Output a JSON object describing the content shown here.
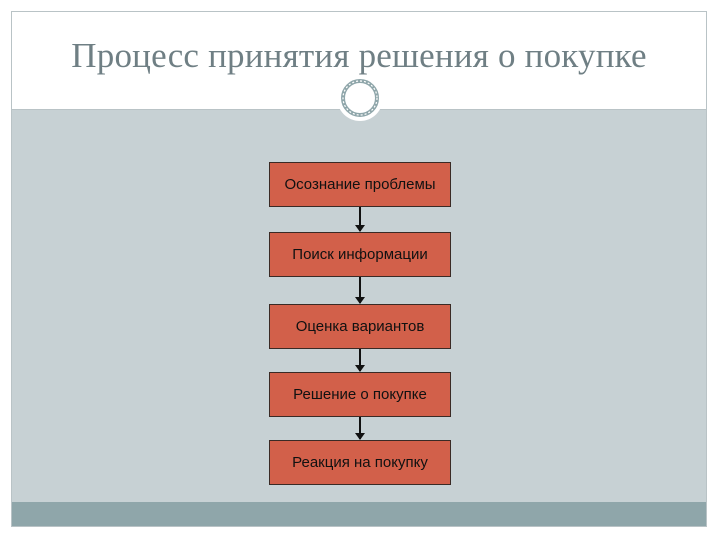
{
  "slide": {
    "title": "Процесс принятия решения о покупке"
  },
  "flowchart": {
    "steps": [
      "Осознание проблемы",
      "Поиск информации",
      "Оценка вариантов",
      "Решение о покупке",
      "Реакция на покупку"
    ]
  },
  "colors": {
    "step_fill": "#d2604a",
    "content_background": "#c7d1d4",
    "footer_band": "#8fa6aa",
    "title_text": "#6f7f84"
  }
}
